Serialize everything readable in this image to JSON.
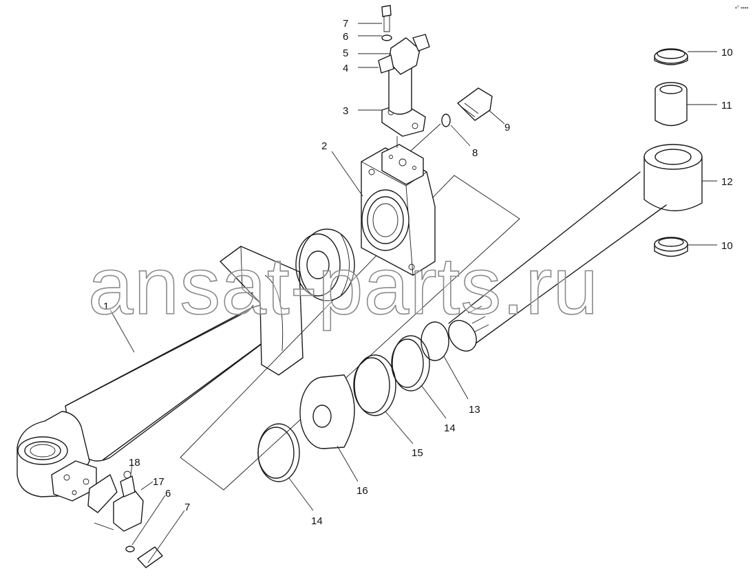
{
  "watermark": "ansat-parts.ru",
  "corner_mark": "•° ••••",
  "callouts": [
    "1",
    "2",
    "3",
    "4",
    "5",
    "6",
    "7",
    "8",
    "9",
    "10",
    "11",
    "12",
    "10",
    "13",
    "14",
    "15",
    "16",
    "14",
    "17",
    "18",
    "6",
    "7"
  ]
}
